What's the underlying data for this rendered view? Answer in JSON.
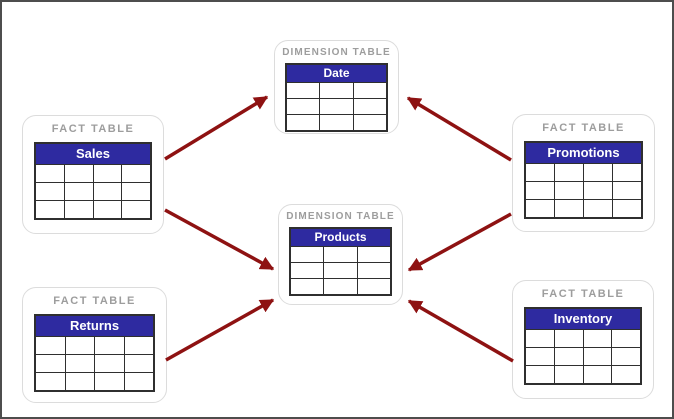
{
  "colors": {
    "arrow": "#8e1212",
    "table_header_bg": "#2e2aa0",
    "table_header_text": "#ffffff",
    "card_label_text": "#9d9d9d",
    "table_border": "#2f2f2f",
    "card_border": "#dcdcdc",
    "canvas_border": "#4d4d4d",
    "background": "#ffffff"
  },
  "tables": {
    "date": {
      "type_label": "DIMENSION TABLE",
      "title": "Date",
      "cols": 3,
      "rows": 3
    },
    "products": {
      "type_label": "DIMENSION TABLE",
      "title": "Products",
      "cols": 3,
      "rows": 3
    },
    "sales": {
      "type_label": "FACT TABLE",
      "title": "Sales",
      "cols": 4,
      "rows": 3
    },
    "returns": {
      "type_label": "FACT TABLE",
      "title": "Returns",
      "cols": 4,
      "rows": 3
    },
    "promotions": {
      "type_label": "FACT TABLE",
      "title": "Promotions",
      "cols": 4,
      "rows": 3
    },
    "inventory": {
      "type_label": "FACT TABLE",
      "title": "Inventory",
      "cols": 4,
      "rows": 3
    }
  },
  "relationships": [
    {
      "from": "Sales",
      "to": "Date"
    },
    {
      "from": "Sales",
      "to": "Products"
    },
    {
      "from": "Returns",
      "to": "Products"
    },
    {
      "from": "Promotions",
      "to": "Date"
    },
    {
      "from": "Promotions",
      "to": "Products"
    },
    {
      "from": "Inventory",
      "to": "Products"
    }
  ]
}
